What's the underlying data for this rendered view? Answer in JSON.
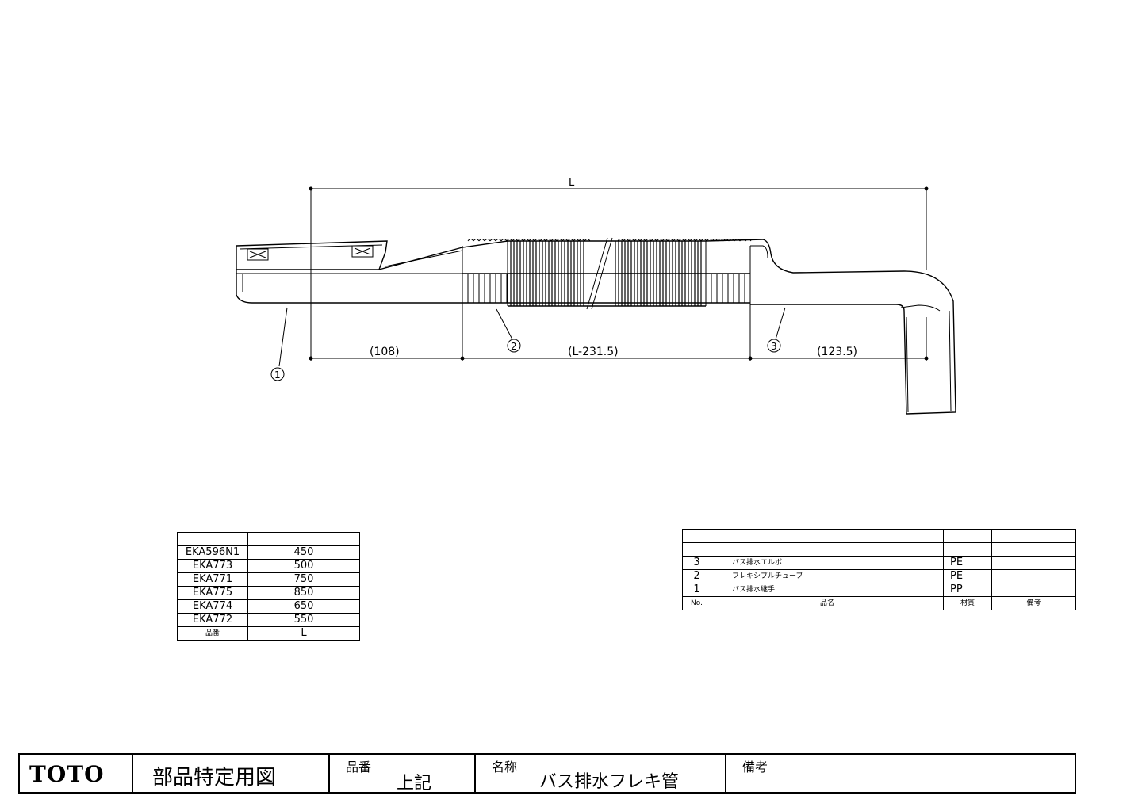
{
  "drawing": {
    "dim_overall": "L",
    "dim_left": "(108)",
    "dim_middle": "(L-231.5)",
    "dim_right": "(123.5)",
    "callout_1": "1",
    "callout_2": "2",
    "callout_3": "3"
  },
  "sizes_table": {
    "rows": [
      {
        "part": "EKA596N1",
        "length": "450"
      },
      {
        "part": "EKA773",
        "length": "500"
      },
      {
        "part": "EKA771",
        "length": "750"
      },
      {
        "part": "EKA775",
        "length": "850"
      },
      {
        "part": "EKA774",
        "length": "650"
      },
      {
        "part": "EKA772",
        "length": "550"
      }
    ],
    "header_part": "品番",
    "header_length": "L"
  },
  "parts_table": {
    "rows": [
      {
        "no": "3",
        "name": "バス排水エルボ",
        "material": "PE"
      },
      {
        "no": "2",
        "name": "フレキシブルチューブ",
        "material": "PE"
      },
      {
        "no": "1",
        "name": "バス排水継手",
        "material": "PP"
      }
    ],
    "header_no": "No.",
    "header_name": "品名",
    "header_material": "材質",
    "header_remarks": "備考"
  },
  "title_block": {
    "logo": "TOTO",
    "doc_title": "部品特定用図",
    "part_no_label": "品番",
    "part_no_value": "上記",
    "name_label": "名称",
    "name_value": "バス排水フレキ管",
    "remarks_label": "備考"
  }
}
